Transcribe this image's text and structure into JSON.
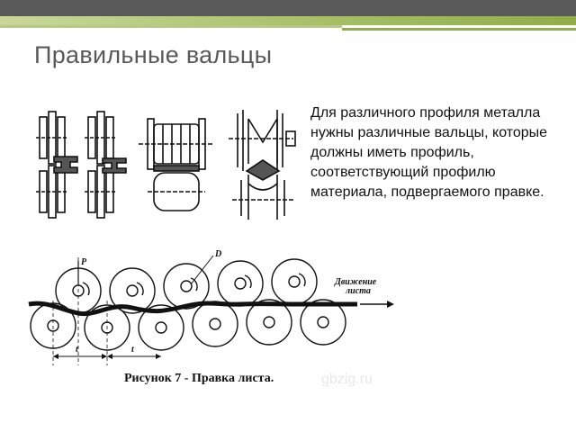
{
  "slide": {
    "title": "Правильные вальцы",
    "body": "Для различного профиля металла нужны различные вальцы, которые должны иметь профиль, соответствующий профилю материала, подвергаемого правке."
  },
  "figure": {
    "caption": "Рисунок 7 - Правка листа.",
    "label_p": "P",
    "label_d": "D",
    "label_t1": "t",
    "label_t2": "t",
    "motion_label_line1": "Движение",
    "motion_label_line2": "листа",
    "watermark": "gbzig.ru"
  },
  "colors": {
    "header_bar": "#595959",
    "accent_green": "#a4be63",
    "title_text": "#595959"
  }
}
